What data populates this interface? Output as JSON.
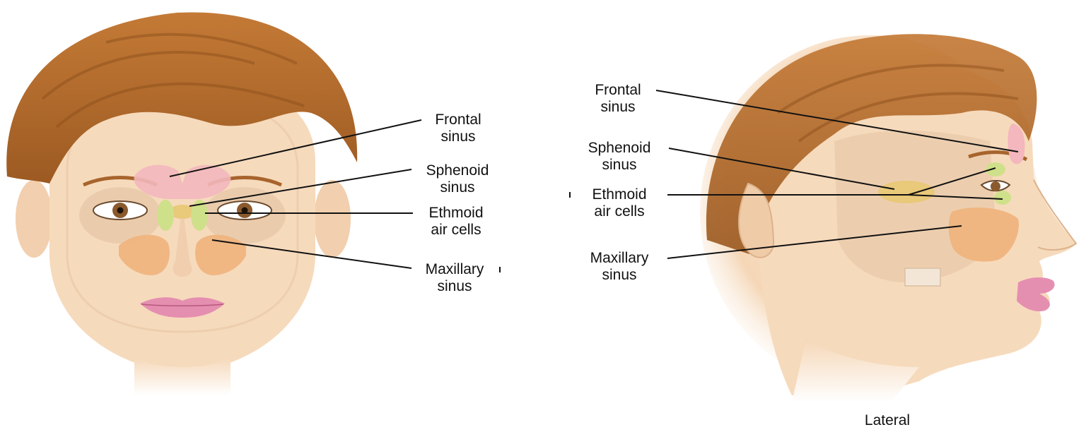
{
  "anterior_view": {
    "labels": [
      {
        "line1": "Frontal",
        "line2": "sinus"
      },
      {
        "line1": "Sphenoid",
        "line2": "sinus"
      },
      {
        "line1": "Ethmoid",
        "line2": "air cells"
      },
      {
        "line1": "Maxillary",
        "line2": "sinus"
      }
    ]
  },
  "lateral_view": {
    "caption": "Lateral",
    "labels": [
      {
        "line1": "Frontal",
        "line2": "sinus"
      },
      {
        "line1": "Sphenoid",
        "line2": "sinus"
      },
      {
        "line1": "Ethmoid",
        "line2": "air cells"
      },
      {
        "line1": "Maxillary",
        "line2": "sinus"
      }
    ]
  },
  "colors": {
    "hair": "#b5702f",
    "skin": "#f6dcc0",
    "frontal_sinus": "#f3b7bd",
    "sphenoid_sinus": "#e9c97a",
    "ethmoid_cells": "#cfe08a",
    "maxillary_sinus": "#efb47e",
    "lips": "#e58fb0"
  }
}
